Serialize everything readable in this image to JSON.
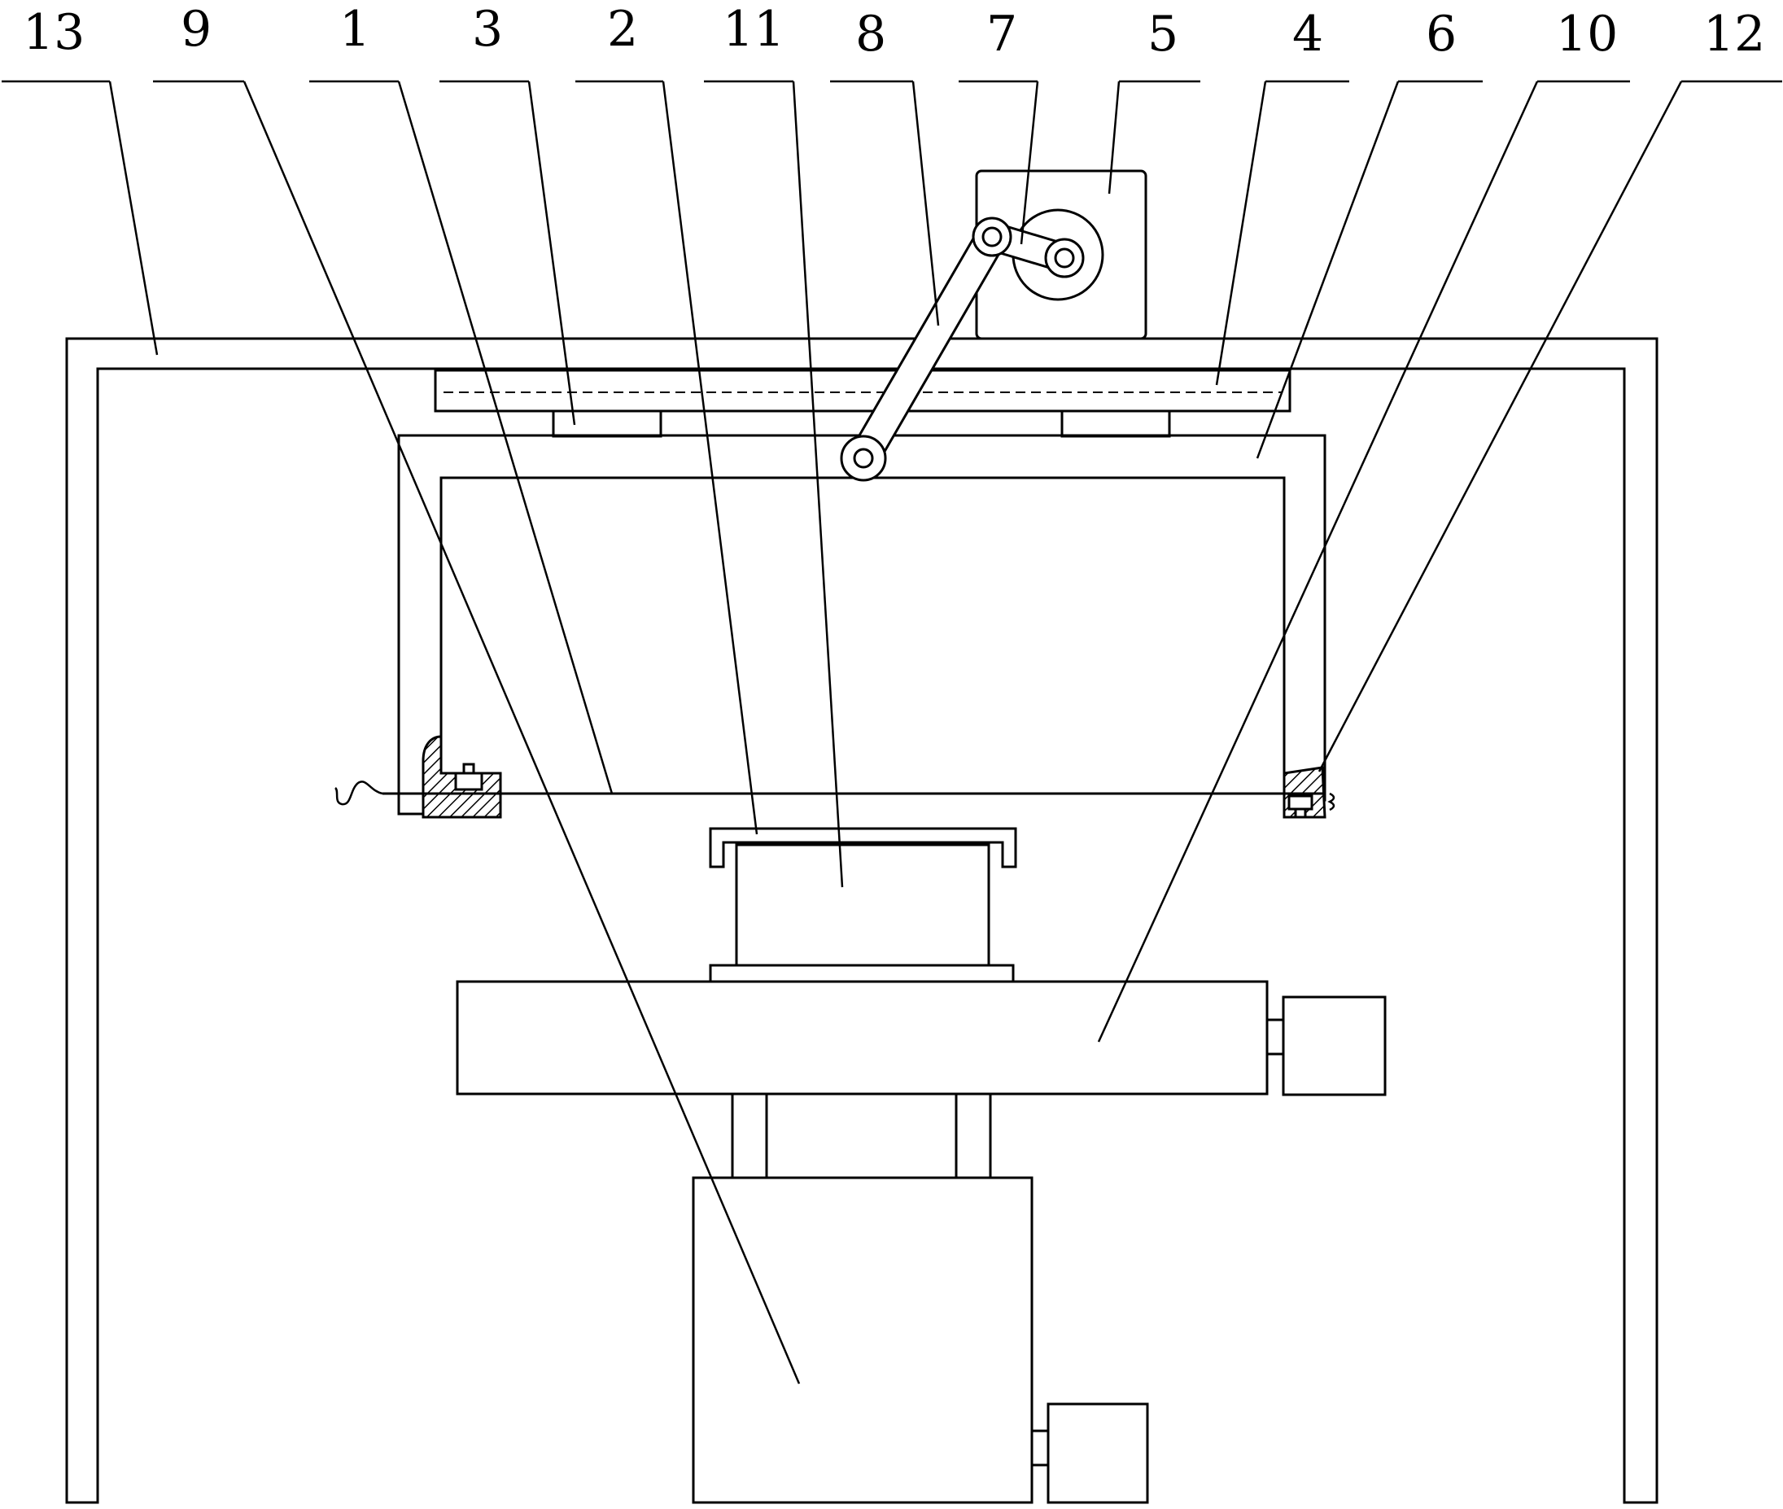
{
  "labels": [
    {
      "id": "13",
      "text": "13"
    },
    {
      "id": "9",
      "text": "9"
    },
    {
      "id": "1",
      "text": "1"
    },
    {
      "id": "3",
      "text": "3"
    },
    {
      "id": "2",
      "text": "2"
    },
    {
      "id": "11",
      "text": "11"
    },
    {
      "id": "8",
      "text": "8"
    },
    {
      "id": "7",
      "text": "7"
    },
    {
      "id": "5",
      "text": "5"
    },
    {
      "id": "4",
      "text": "4"
    },
    {
      "id": "6",
      "text": "6"
    },
    {
      "id": "10",
      "text": "10"
    },
    {
      "id": "12",
      "text": "12"
    }
  ]
}
